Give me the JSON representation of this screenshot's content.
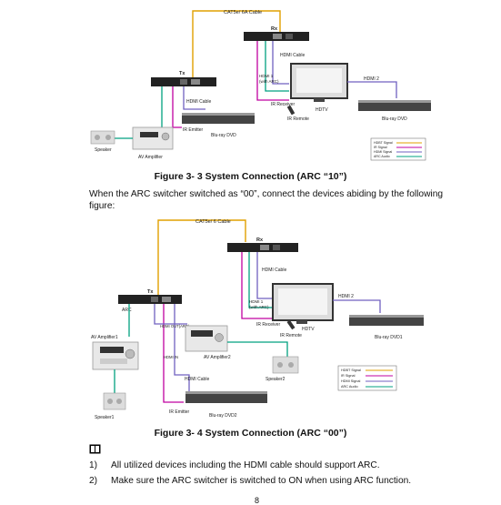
{
  "figure1": {
    "caption": "Figure 3- 3 System Connection (ARC “10”)",
    "labels": {
      "cat_cable": "CAT5e/ 6A Cable",
      "rx": "Rx",
      "tx": "Tx",
      "hdmi_cable_top": "HDMI Cable",
      "hdmi_arc": "HDMI 1\n(with ARC)",
      "hdmi2": "HDMI 2",
      "hdtv": "HDTV",
      "ir_receiver": "IR Receiver",
      "ir_remote": "IR Remote",
      "hdmi_cable_bottom": "HDMI Cable",
      "ir_emitter": "IR Emitter",
      "bluray": "Blu-ray DVD",
      "speaker": "Speaker",
      "av_amp": "AV Amplifier"
    }
  },
  "intro_text": "When the ARC switcher switched as “00”, connect the devices abiding by the following figure:",
  "figure2": {
    "caption": "Figure 3- 4 System Connection (ARC “00”)",
    "labels": {
      "cat_cable": "CAT5e/ 6 Cable",
      "rx": "Rx",
      "tx": "Tx",
      "arc": "ARC",
      "hdmi_cable_top": "HDMI Cable",
      "hdmi_arc": "HDMI 1\n(with ARC)",
      "hdmi2": "HDMI 2",
      "ir_receiver": "IR Receiver",
      "hdtv": "HDTV",
      "ir_remote": "IR Remote",
      "bluray1": "Blu-ray DVD1",
      "av_amp1": "AV Amplifier1",
      "av_amp2": "AV Amplifier2",
      "hdmi_out_arc": "HDMI OUT(ARC)",
      "hdmi_in": "HDMI IN",
      "speaker1": "Speaker1",
      "speaker2": "Speaker2",
      "hdmi_cable_bottom": "HDMI Cable",
      "ir_emitter": "IR Emitter",
      "bluray2": "Blu-ray DVD2"
    }
  },
  "legend": {
    "items": [
      "HDBT Signal",
      "IR Signal",
      "HDMI Signal",
      "ARC Audio"
    ]
  },
  "colors": {
    "hdbt": "#e0a000",
    "ir": "#c000a0",
    "hdmi": "#7060c0",
    "arc": "#00a080"
  },
  "notes": {
    "icon": "book-icon",
    "items": [
      {
        "num": "1)",
        "text": "All utilized devices including the HDMI cable should support ARC."
      },
      {
        "num": "2)",
        "text": "Make sure the ARC switcher is switched to ON when using ARC function."
      }
    ]
  },
  "page_number": "8"
}
